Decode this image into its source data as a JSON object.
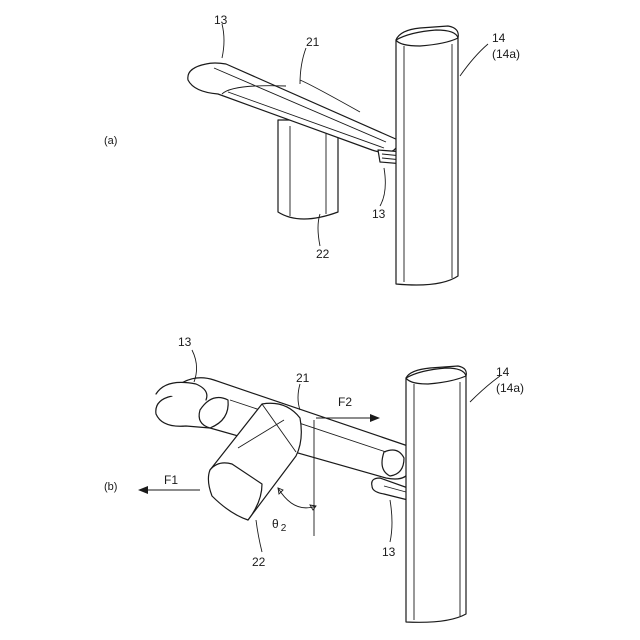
{
  "panel_a": {
    "label": "(a)",
    "ref_13_top": "13",
    "ref_21": "21",
    "ref_14": "14",
    "ref_14a": "(14a)",
    "ref_13_bottom": "13",
    "ref_22": "22"
  },
  "panel_b": {
    "label": "(b)",
    "ref_13_top": "13",
    "ref_21": "21",
    "ref_14": "14",
    "ref_14a": "(14a)",
    "force_f2": "F2",
    "force_f1": "F1",
    "angle_theta": "θ",
    "angle_sub": "2",
    "ref_13_bottom": "13",
    "ref_22": "22"
  }
}
